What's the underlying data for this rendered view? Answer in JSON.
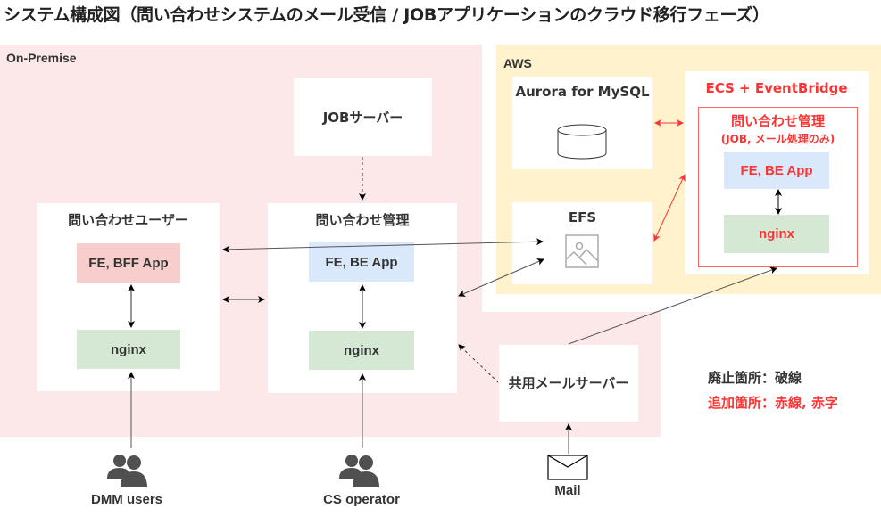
{
  "title": "システム構成図（問い合わせシステムのメール受信 / JOBアプリケーションのクラウド移行フェーズ）",
  "regions": {
    "onprem": {
      "label": "On-Premise",
      "color": "#fce8e8"
    },
    "aws": {
      "label": "AWS",
      "color": "#fff2cc"
    }
  },
  "onprem_nodes": {
    "job_server": {
      "label": "JOBサーバー"
    },
    "inquiry_user": {
      "label": "問い合わせユーザー",
      "app": "FE, BFF App",
      "proxy": "nginx"
    },
    "inquiry_admin": {
      "label": "問い合わせ管理",
      "app": "FE, BE App",
      "proxy": "nginx"
    },
    "mail_server": {
      "label": "共用メールサーバー"
    }
  },
  "aws_nodes": {
    "aurora": {
      "label": "Aurora for MySQL",
      "icon": "database-icon"
    },
    "efs": {
      "label": "EFS",
      "icon": "image-icon"
    },
    "ecs": {
      "label": "ECS + EventBridge",
      "service_title": "問い合わせ管理",
      "service_subtitle": "(JOB, メール処理のみ)",
      "app": "FE, BE App",
      "proxy": "nginx"
    }
  },
  "actors": {
    "dmm_users": {
      "label": "DMM users",
      "icon": "users-icon"
    },
    "cs_operator": {
      "label": "CS operator",
      "icon": "users-icon"
    },
    "mail": {
      "label": "Mail",
      "icon": "envelope-icon"
    }
  },
  "legend": {
    "removed": "廃止箇所：破線",
    "added": "追加箇所：赤線, 赤字",
    "added_color": "#ff3333"
  }
}
